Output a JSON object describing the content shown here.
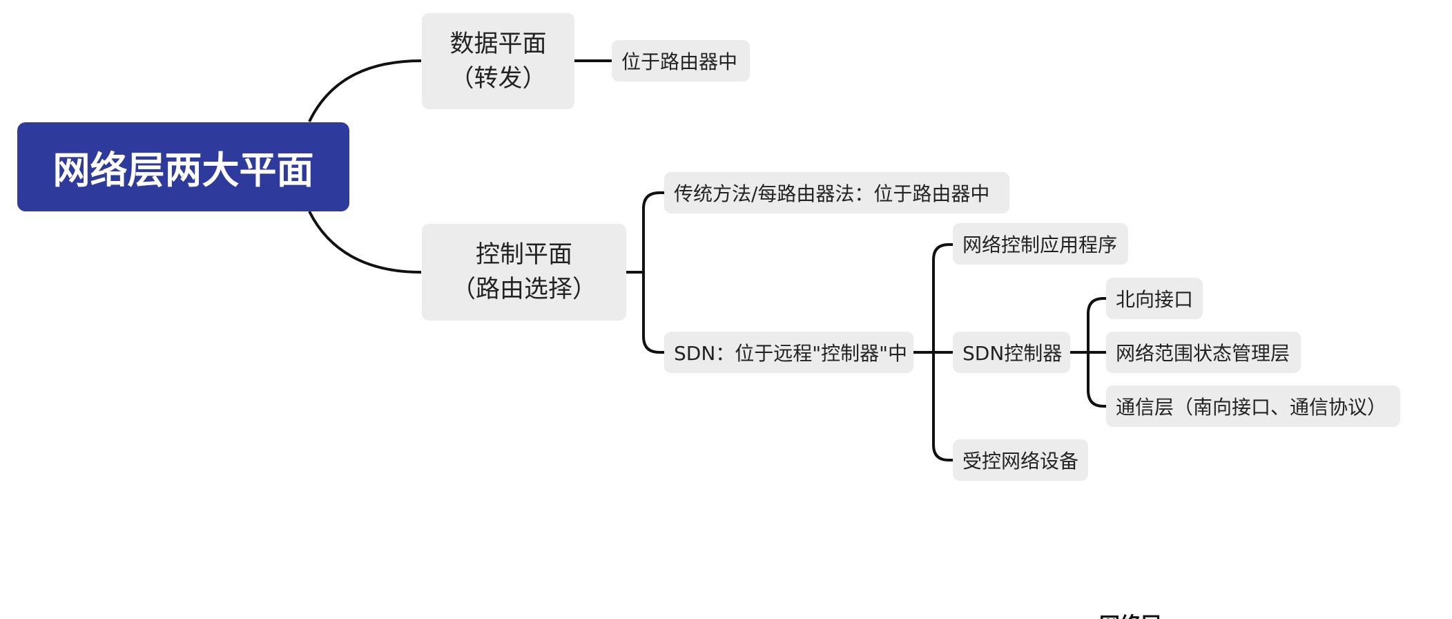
{
  "root": {
    "label": "网络层两大平面"
  },
  "data_plane": {
    "title": "数据平面",
    "subtitle": "（转发）",
    "children": [
      "位于路由器中"
    ]
  },
  "control_plane": {
    "title": "控制平面",
    "subtitle": "（路由选择）",
    "children": [
      {
        "label": "传统方法/每路由器法：位于路由器中"
      },
      {
        "label": "SDN：位于远程\"控制器\"中",
        "children": [
          {
            "label": "网络控制应用程序"
          },
          {
            "label": "SDN控制器",
            "children": [
              "北向接口",
              "网络范围状态管理层",
              "通信层（南向接口、通信协议）"
            ]
          },
          {
            "label": "受控网络设备"
          }
        ]
      }
    ]
  },
  "cutoff_text": "网络层",
  "colors": {
    "root_fill": "#2f3b9c",
    "node_fill": "#ececec",
    "connector": "#111111",
    "annotation_ink": "#e0101e"
  }
}
